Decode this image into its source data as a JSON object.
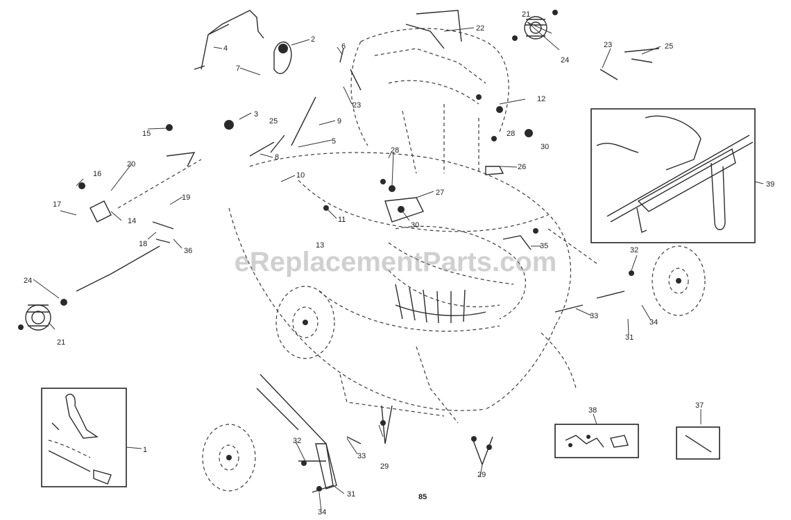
{
  "watermark": "eReplacementParts.com",
  "page_number": "85",
  "callouts": [
    "1",
    "2",
    "3",
    "4",
    "5",
    "6",
    "7",
    "8",
    "9",
    "10",
    "11",
    "12",
    "13",
    "14",
    "15",
    "16",
    "17",
    "18",
    "19",
    "20",
    "21",
    "21",
    "22",
    "23",
    "23",
    "24",
    "24",
    "25",
    "25",
    "26",
    "27",
    "28",
    "28",
    "29",
    "29",
    "30",
    "30",
    "31",
    "31",
    "32",
    "32",
    "33",
    "33",
    "34",
    "34",
    "35",
    "36",
    "37",
    "38",
    "39"
  ]
}
